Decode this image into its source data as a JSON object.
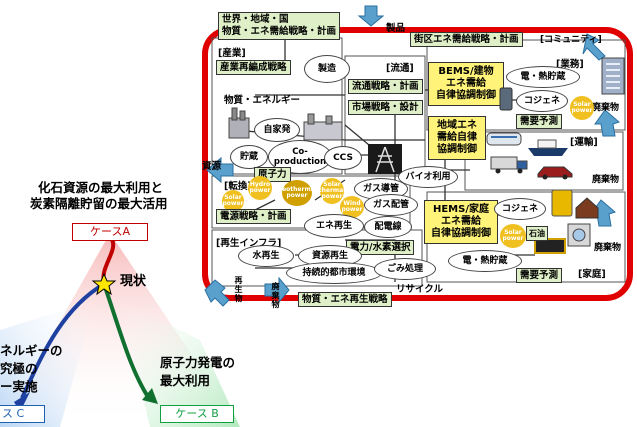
{
  "left": {
    "title_line1": "化石資源の最大利用と",
    "title_line2": "炭素隔離貯留の最大活用",
    "case_a": "ケースA",
    "current": "現状",
    "left_text_1": "ネルギーの",
    "left_text_2": "究極の",
    "left_text_3": "ー実施",
    "case_c": "ス C",
    "right_text_1": "原子力発電の",
    "right_text_2": "最大利用",
    "case_b": "ケース B"
  },
  "top": {
    "world": "世界・地域・国",
    "world2": "物質・エネ需給戦略・計画",
    "product": "製品",
    "district": "街区エネ需給戦略・計画",
    "community": "[コミュニティ]"
  },
  "industry": {
    "header": "[産業]",
    "restructure": "産業再編成戦略",
    "manufacture": "製造",
    "material_energy": "物質・エネルギー",
    "self_gen": "自家発",
    "storage": "貯蔵",
    "coproduction": "Co-production",
    "ccs": "CCS",
    "nuclear": "原子力",
    "resource": "資源"
  },
  "distribution": {
    "header": "[流通]",
    "strategy": "流通戦略・計画",
    "market": "市場戦略・設計"
  },
  "business": {
    "header": "[業務]",
    "bems": "BEMS/建物",
    "bems2": "エネ需給",
    "bems3": "自律協調制御",
    "heat_power": "電・熱貯蔵",
    "cogen": "コジェネ",
    "waste": "廃棄物",
    "demand": "需要予測",
    "solar": "Solar power"
  },
  "region": {
    "line1": "地域エネ",
    "line2": "需給自律",
    "line3": "協調制御",
    "bio": "バイオ利用"
  },
  "transport": {
    "header": "[運輸]",
    "waste": "廃棄物"
  },
  "conversion": {
    "header": "[転換]",
    "hydro": "Hydro power",
    "geothermal": "Geothermal power",
    "solar_thermal": "Solar thermal power",
    "solar": "Solar power",
    "wind": "Wind power",
    "gas_conduit": "ガス導管",
    "gas_pipe": "ガス配管",
    "power_strategy": "電源戦略・計画",
    "energy_recycle": "エネ再生",
    "distribution_line": "配電線",
    "power_hydrogen": "電力/水素選択"
  },
  "home": {
    "hems": "HEMS/家庭",
    "hems2": "エネ需給",
    "hems3": "自律協調制御",
    "cogen": "コジェネ",
    "heat_power": "電・熱貯蔵",
    "demand": "需要予測",
    "header": "[家庭]",
    "waste": "廃棄物",
    "solar": "Solar power",
    "oil": "石油"
  },
  "infra": {
    "header": "[再生インフラ]",
    "water": "水再生",
    "resource": "資源再生",
    "city": "持続的都市環境",
    "waste_proc": "ごみ処理",
    "recycle": "リサイクル",
    "recycled": "再生物",
    "waste": "廃棄物",
    "material_strategy": "物質・エネ再生戦略"
  }
}
